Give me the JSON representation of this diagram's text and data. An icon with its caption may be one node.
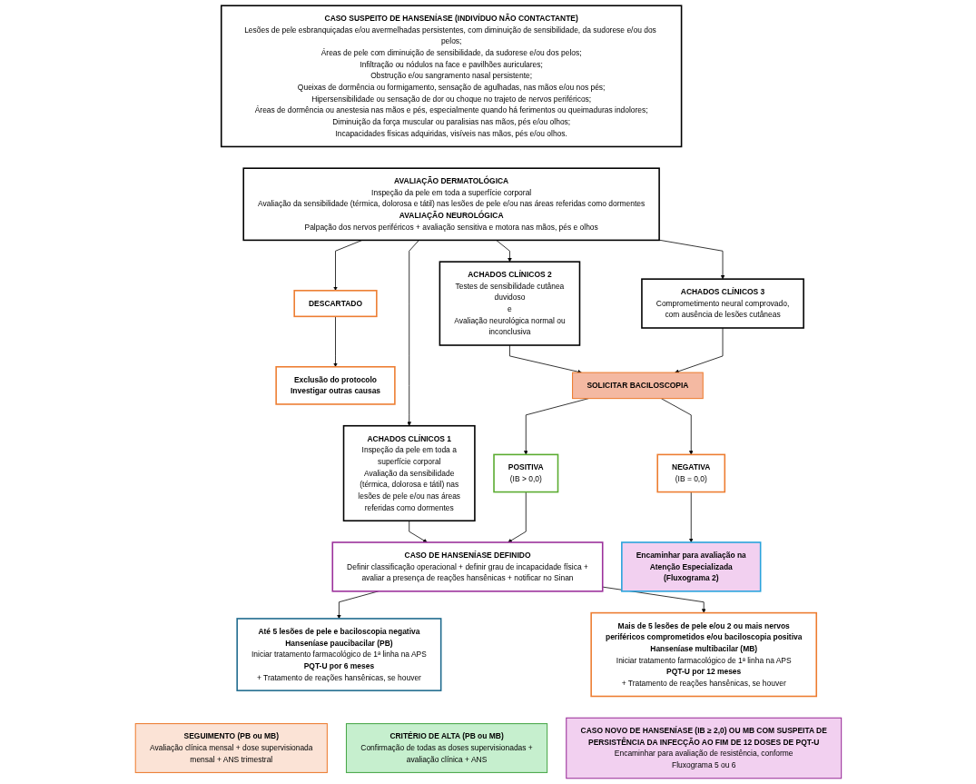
{
  "diagram": {
    "nodes": [
      {
        "text": [
          "CASO SUSPEITO DE HANSENÍASE (INDIVÍDUO NÃO CONTACTANTE)",
          "Lesões de pele esbranquiçadas e/ou avermelhadas persistentes, com diminuição de sensibilidade, da sudorese e/ou dos pelos;",
          "Áreas de pele com diminuição de sensibilidade, da sudorese e/ou dos pelos;",
          "Infiltração ou nódulos na face e pavilhões auriculares;",
          "Obstrução e/ou sangramento nasal persistente;",
          "Queixas de dormência ou formigamento, sensação de agulhadas, nas mãos e/ou nos pés;",
          "Hipersensibilidade ou sensação de dor ou choque no trajeto de nervos periféricos;",
          "Áreas de dormência ou anestesia nas mãos e pés, especialmente quando há ferimentos ou queimaduras indolores;",
          "Diminuição da força muscular ou paralisias nas mãos, pés e/ou olhos;",
          "Incapacidades físicas adquiridas, visíveis nas mãos, pés e/ou olhos."
        ]
      },
      {
        "text": [
          "AVALIAÇÃO DERMATOLÓGICA",
          "Inspeção da pele em toda a superfície corporal",
          "Avaliação da sensibilidade (térmica, dolorosa e tátil) nas lesões de pele e/ou nas áreas referidas como dormentes",
          "AVALIAÇÃO NEUROLÓGICA",
          "Palpação dos nervos periféricos + avaliação sensitiva e motora nas mãos, pés e olhos"
        ]
      },
      {
        "text": [
          "ACHADOS CLÍNICOS 1",
          "Inspeção da pele em toda a superfície corporal",
          "Avaliação da sensibilidade (térmica, dolorosa e tátil) nas lesões de pele e/ou nas áreas referidas como dormentes"
        ]
      },
      {
        "text": [
          "ACHADOS CLÍNICOS 2",
          "Testes de sensibilidade cutânea duvidoso",
          "e",
          "Avaliação neurológica normal ou inconclusiva"
        ]
      },
      {
        "text": [
          "ACHADOS CLÍNICOS 3",
          "Comprometimento neural comprovado, com ausência de lesões cutâneas"
        ]
      },
      {
        "text": [
          "DESCARTADO"
        ]
      },
      {
        "text": [
          "Exclusão do protocolo",
          "Investigar outras causas"
        ]
      },
      {
        "text": [
          "SOLICITAR BACILOSCOPIA"
        ]
      },
      {
        "text": [
          "POSITIVA",
          "(IB > 0,0)"
        ]
      },
      {
        "text": [
          "NEGATIVA",
          "(IB = 0,0)"
        ]
      },
      {
        "text": [
          "CASO DE HANSENÍASE DEFINIDO",
          "Definir classificação operacional + definir grau de incapacidade física + avaliar a presença de reações hansênicas + notificar no Sinan"
        ]
      },
      {
        "text": [
          "Encaminhar para avaliação na Atenção Especializada (Fluxograma 2)"
        ]
      },
      {
        "text": [
          "Até 5 lesões de pele e baciloscopia negativa",
          "Hanseníase paucibacilar (PB)",
          "Iniciar tratamento farmacológico de 1ª linha na APS",
          "PQT-U por 6 meses",
          "+ Tratamento de reações hansênicas, se houver"
        ]
      },
      {
        "text": [
          "Mais de 5 lesões de pele e/ou 2 ou mais nervos periféricos comprometidos e/ou baciloscopia positiva",
          "Hanseníase multibacilar (MB)",
          "Iniciar tratamento farmacológico de 1ª linha na APS",
          "PQT-U por 12 meses",
          "+ Tratamento de reações hansênicas, se houver"
        ]
      },
      {
        "text": [
          "SEGUIMENTO (PB ou MB)",
          "Avaliação clínica mensal + dose supervisionada mensal + ANS trimestral"
        ]
      },
      {
        "text": [
          "CRITÉRIO DE ALTA (PB ou MB)",
          "Confirmação de todas as doses supervisionadas + avaliação clínica + ANS"
        ]
      },
      {
        "text": [
          "CASO NOVO DE HANSENÍASE (IB ≥ 2,0) OU MB COM SUSPEITA DE PERSISTÊNCIA DA INFECÇÃO AO FIM DE 12 DOSES DE PQT-U",
          "Encaminhar para avaliação de resistência, conforme Fluxograma 5 ou 6"
        ]
      }
    ],
    "edges": [
      {
        "from": 1,
        "to": 2,
        "arrow": "to"
      },
      {
        "from": 1,
        "to": 3,
        "arrow": "to"
      },
      {
        "from": 1,
        "to": 4,
        "arrow": "to"
      },
      {
        "from": 1,
        "to": 5,
        "arrow": "to"
      },
      {
        "from": 5,
        "to": 6,
        "arrow": "to"
      },
      {
        "from": 3,
        "to": 7,
        "arrow": "to"
      },
      {
        "from": 4,
        "to": 7,
        "arrow": "to"
      },
      {
        "from": 2,
        "to": 10,
        "arrow": "to"
      },
      {
        "from": 7,
        "to": 8,
        "arrow": "to"
      },
      {
        "from": 7,
        "to": 9,
        "arrow": "to"
      },
      {
        "from": 8,
        "to": 10,
        "arrow": "to"
      },
      {
        "from": 9,
        "to": 11,
        "arrow": "to"
      },
      {
        "from": 10,
        "to": 12,
        "arrow": "to"
      },
      {
        "from": 10,
        "to": 13,
        "arrow": "to"
      }
    ]
  }
}
